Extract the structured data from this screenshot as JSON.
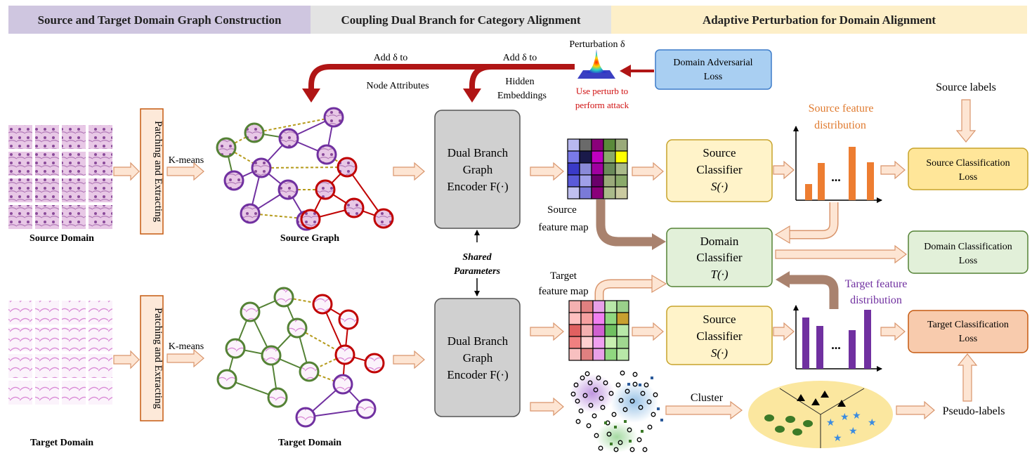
{
  "header": {
    "section1": "Source and Target Domain Graph Construction",
    "section2": "Coupling Dual Branch for Category Alignment",
    "section3": "Adaptive Perturbation for Domain Alignment"
  },
  "perturbation": {
    "title": "Perturbation δ",
    "note_line1": "Use perturb to",
    "note_line2": "perform attack",
    "add_to_nodes": "Add δ to",
    "node_attributes": "Node Attributes",
    "add_to_hidden": "Add δ to",
    "hidden_line1": "Hidden",
    "hidden_line2": "Embeddings",
    "adv_loss_line1": "Domain Adversarial",
    "adv_loss_line2": "Loss"
  },
  "source": {
    "patching": "Patching and Extracting",
    "kmeans": "K-means",
    "domain_label": "Source Domain",
    "graph_label": "Source Graph",
    "encoder_line1": "Dual Branch",
    "encoder_line2": "Graph",
    "encoder_line3": "Encoder F(·)",
    "feature_map_line1": "Source",
    "feature_map_line2": "feature map",
    "classifier_line1": "Source",
    "classifier_line2": "Classifier",
    "classifier_line3": "S(·)",
    "dist_line1": "Source feature",
    "dist_line2": "distribution",
    "labels": "Source labels",
    "loss_line1": "Source Classification",
    "loss_line2": "Loss"
  },
  "shared": {
    "line1": "Shared",
    "line2": "Parameters"
  },
  "domain": {
    "classifier_line1": "Domain",
    "classifier_line2": "Classifier",
    "classifier_line3": "T(·)",
    "loss_line1": "Domain Classification",
    "loss_line2": "Loss"
  },
  "target": {
    "patching": "Patching and Extracting",
    "kmeans": "K-means",
    "domain_label": "Target Domain",
    "graph_label": "Target Domain",
    "encoder_line1": "Dual Branch",
    "encoder_line2": "Graph",
    "encoder_line3": "Encoder F(·)",
    "feature_map_line1": "Target",
    "feature_map_line2": "feature map",
    "classifier_line1": "Source",
    "classifier_line2": "Classifier",
    "classifier_line3": "S(·)",
    "dist_line1": "Target feature",
    "dist_line2": "distribution",
    "loss_line1": "Target Classification",
    "loss_line2": "Loss",
    "cluster": "Cluster",
    "pseudo_labels": "Pseudo-labels"
  },
  "ellipsis": "...",
  "colors": {
    "header1": "#cfc6e0",
    "header2": "#e3e3e3",
    "header3": "#fdefc8",
    "dark_red": "#b01515",
    "purple": "#7030a0",
    "green": "#548235",
    "red_node": "#c00000",
    "orange_bar": "#ed7d31",
    "purple_bar": "#7030a0",
    "adv_box": "#a9cff2",
    "classifier_box": "#fff3c9",
    "domain_box": "#e2f0d9",
    "target_loss_box": "#f8cbad",
    "arrow_fill": "#fde5d3",
    "arrow_stroke": "#d9956c",
    "brown_arrow": "#a9826e"
  }
}
